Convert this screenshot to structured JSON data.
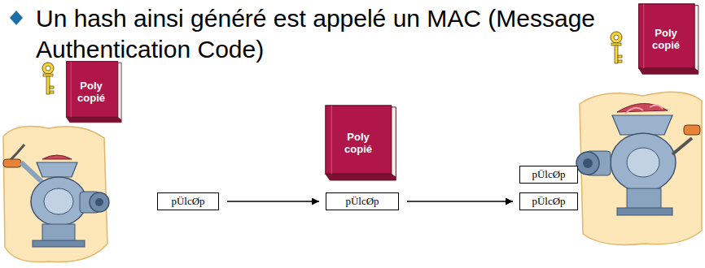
{
  "diagram": {
    "title": "Un hash ainsi généré est appelé un MAC (Message Authentication Code)",
    "nodes": [
      {
        "text": [
          "Poly copié"
        ]
      },
      {
        "text": [
          "pÜlcØp"
        ]
      },
      {
        "text": [
          "Poly copié"
        ]
      },
      {
        "text": [
          "pÜlcØp"
        ]
      },
      {
        "text": [
          "Poly copié"
        ]
      },
      {
        "text": [
          "pÜlcØp"
        ]
      },
      {
        "text": [
          "pÜlcØp"
        ]
      }
    ],
    "edges": [
      {
        "from": 1,
        "to": 3,
        "arrow": "to"
      },
      {
        "from": 3,
        "to": 6,
        "arrow": "to"
      }
    ]
  }
}
